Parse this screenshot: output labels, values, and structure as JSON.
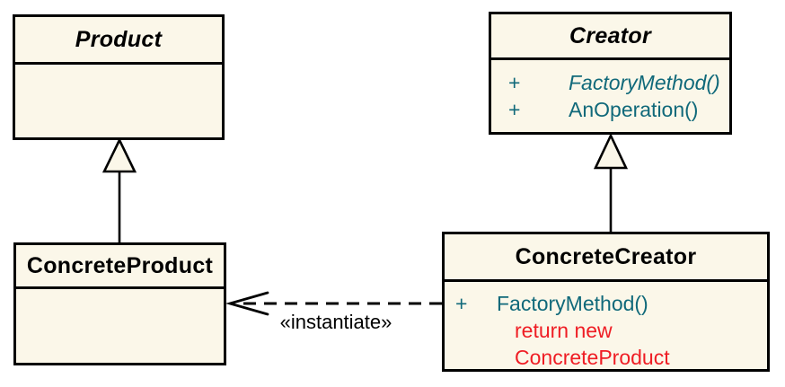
{
  "colors": {
    "background": "#FFFFFF",
    "box-fill": "#FBF7E9",
    "box-border": "#000000",
    "title-text": "#000000",
    "method-teal": "#10697A",
    "note-red": "#EF1D24",
    "line-black": "#000000"
  },
  "classes": {
    "product": {
      "name": "Product"
    },
    "creator": {
      "name": "Creator",
      "members": [
        {
          "vis": "+",
          "text": "FactoryMethod()"
        },
        {
          "vis": "+",
          "text": "AnOperation()"
        }
      ]
    },
    "concrete_product": {
      "name": "ConcreteProduct"
    },
    "concrete_creator": {
      "name": "ConcreteCreator",
      "members": [
        {
          "vis": "+",
          "text": "FactoryMethod()"
        }
      ],
      "notes": [
        "return new",
        "ConcreteProduct"
      ]
    }
  },
  "relations": {
    "product_generalization": {
      "type": "generalization",
      "from": "ConcreteProduct",
      "to": "Product"
    },
    "creator_generalization": {
      "type": "generalization",
      "from": "ConcreteCreator",
      "to": "Creator"
    },
    "instantiate_dependency": {
      "type": "dependency",
      "from": "ConcreteCreator",
      "to": "ConcreteProduct",
      "label": "«instantiate»"
    }
  }
}
